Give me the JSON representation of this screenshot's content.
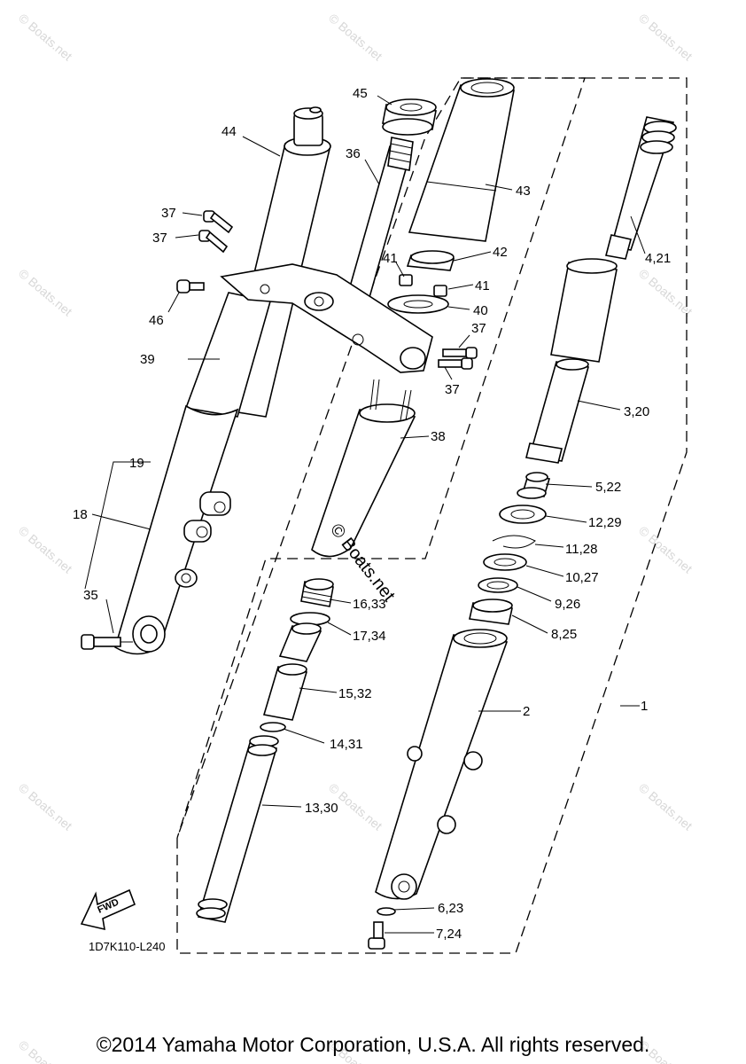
{
  "diagram_code": "1D7K110-L240",
  "fwd_label": "FWD",
  "watermark_text": "© Boats.net",
  "copyright": "©2014 Yamaha Motor Corporation, U.S.A. All rights reserved.",
  "callouts": {
    "c1": "1",
    "c2": "2",
    "c3": "3,20",
    "c4": "4,21",
    "c5": "5,22",
    "c6": "6,23",
    "c7": "7,24",
    "c8": "8,25",
    "c9": "9,26",
    "c10": "10,27",
    "c11": "11,28",
    "c12": "12,29",
    "c13": "13,30",
    "c14": "14,31",
    "c15": "15,32",
    "c16": "16,33",
    "c17": "17,34",
    "c18": "18",
    "c19": "19",
    "c35": "35",
    "c36": "36",
    "c37a": "37",
    "c37b": "37",
    "c37c": "37",
    "c37d": "37",
    "c38": "38",
    "c39": "39",
    "c40": "40",
    "c41a": "41",
    "c41b": "41",
    "c42": "42",
    "c43": "43",
    "c44": "44",
    "c45": "45",
    "c46": "46"
  }
}
